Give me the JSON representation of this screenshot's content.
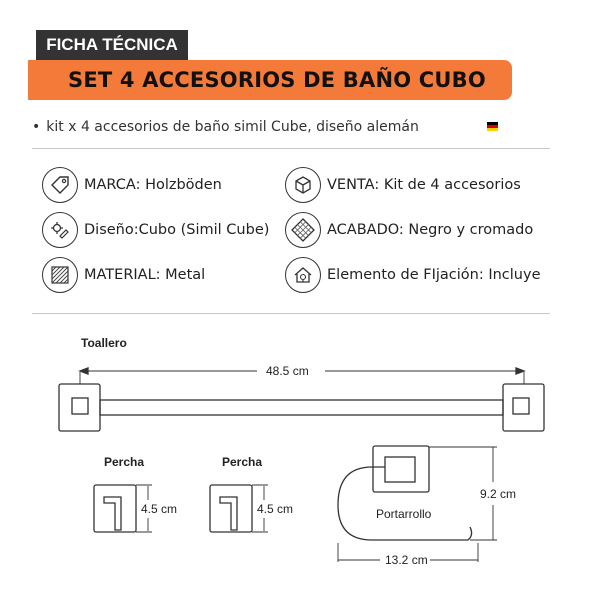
{
  "header": {
    "tag": "FICHA TÉCNICA",
    "title": "SET 4 ACCESORIOS DE BAÑO CUBO"
  },
  "bullet": {
    "text": "kit x 4 accesorios de baño simil Cube, diseño alemán",
    "flag_colors": [
      "#000000",
      "#dd0000",
      "#ffce00"
    ]
  },
  "features": [
    {
      "icon": "price-tag-icon",
      "text": "MARCA: Holzböden"
    },
    {
      "icon": "box-icon",
      "text": "VENTA: Kit de 4 accesorios"
    },
    {
      "icon": "design-tools-icon",
      "text": "Diseño:Cubo (Simil Cube)"
    },
    {
      "icon": "finish-pattern-icon",
      "text": "ACABADO: Negro y cromado"
    },
    {
      "icon": "material-texture-icon",
      "text": "MATERIAL: Metal"
    },
    {
      "icon": "home-mount-icon",
      "text": "Elemento de FIjación: Incluye"
    }
  ],
  "diagrams": {
    "towel_bar": {
      "label": "Toallero",
      "width": "48.5 cm"
    },
    "hook_1": {
      "label": "Percha",
      "height": "4.5 cm"
    },
    "hook_2": {
      "label": "Percha",
      "height": "4.5 cm"
    },
    "paper_holder": {
      "label": "Portarrollo",
      "height": "9.2 cm",
      "width": "13.2 cm"
    }
  },
  "colors": {
    "accent": "#f47a3a",
    "tag_bg": "#333333"
  }
}
